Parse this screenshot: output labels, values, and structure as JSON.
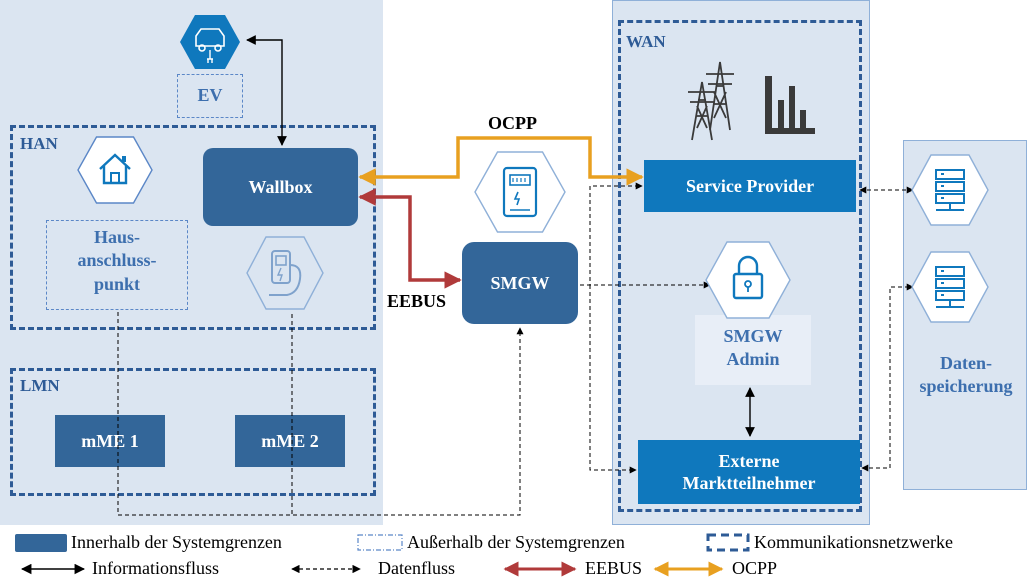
{
  "zones": {
    "han": "HAN",
    "lmn": "LMN",
    "wan": "WAN"
  },
  "nodes": {
    "ev": "EV",
    "wallbox": "Wallbox",
    "hausanschlusspunkt": "Haus-\nanschluss-\npunkt",
    "smgw": "SMGW",
    "mme1": "mME 1",
    "mme2": "mME 2",
    "service_provider": "Service Provider",
    "smgw_admin": "SMGW\nAdmin",
    "externe": "Externe\nMarktteilnehmer",
    "datenspeicherung": "Daten-\nspeicherung"
  },
  "edge_labels": {
    "ocpp": "OCPP",
    "eebus": "EEBUS"
  },
  "legend": {
    "innerhalb": "Innerhalb der Systemgrenzen",
    "ausserhalb": "Außerhalb der Systemgrenzen",
    "kommunikation": "Kommunikationsnetzwerke",
    "informationsfluss": "Informationsfluss",
    "datenfluss": "Datenfluss",
    "eebus": "EEBUS",
    "ocpp": "OCPP"
  },
  "colors": {
    "panel": "#dbe5f1",
    "dark_box": "#336699",
    "bright_box": "#0f78bd",
    "eebus": "#b03a3a",
    "ocpp": "#e8a020",
    "dashed_border": "#2e5b96"
  },
  "icons": [
    "car-charging-icon",
    "house-icon",
    "charging-station-icon",
    "smart-meter-icon",
    "power-tower-icon",
    "bar-chart-icon",
    "lock-icon",
    "server-icon"
  ]
}
